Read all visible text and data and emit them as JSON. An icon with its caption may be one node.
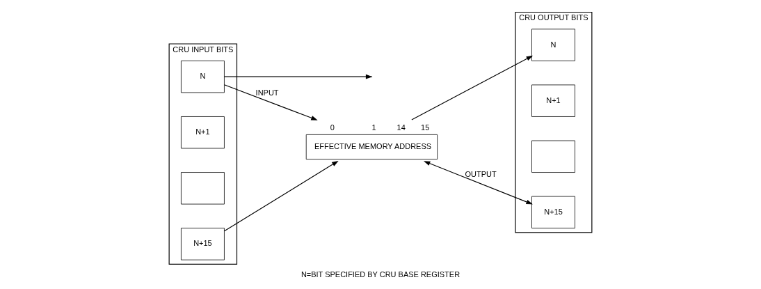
{
  "diagram": {
    "caption": "N=BIT SPECIFIED BY CRU BASE REGISTER",
    "nodes": [
      {
        "text": [
          "CRU INPUT BITS"
        ]
      },
      {
        "text": [
          "N"
        ],
        "in": 0
      },
      {
        "text": [
          "N+1"
        ],
        "in": 0
      },
      {
        "text": [],
        "shape": "box",
        "in": 0
      },
      {
        "text": [
          "N+15"
        ],
        "in": 0
      },
      {
        "text": [
          "EFFECTIVE MEMORY ADDRESS"
        ],
        "beside": [
          "0",
          "1",
          "14",
          "15"
        ]
      },
      {
        "text": [
          "CRU OUTPUT BITS"
        ]
      },
      {
        "text": [
          "N"
        ],
        "in": 6
      },
      {
        "text": [
          "N+1"
        ],
        "in": 6
      },
      {
        "text": [],
        "shape": "box",
        "in": 6
      },
      {
        "text": [
          "N+15"
        ],
        "in": 6
      }
    ],
    "edges": [
      {
        "from": 1,
        "to": 5,
        "arrow": "to",
        "label": "INPUT"
      },
      {
        "from": 1,
        "to": null,
        "arrow": "to"
      },
      {
        "from": 4,
        "to": 5,
        "arrow": "to"
      },
      {
        "from": 5,
        "to": 7,
        "arrow": "to"
      },
      {
        "from": 5,
        "to": 10,
        "arrow": "both",
        "label": "OUTPUT"
      }
    ]
  }
}
